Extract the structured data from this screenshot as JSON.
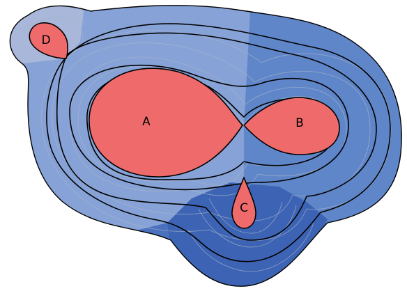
{
  "diagram": {
    "regions": [
      {
        "id": "A",
        "label": "A"
      },
      {
        "id": "B",
        "label": "B"
      },
      {
        "id": "C",
        "label": "C"
      },
      {
        "id": "D",
        "label": "D"
      }
    ],
    "colors": {
      "background": "#ffffff",
      "island": "#5f86c9",
      "zone_light": "#8aa4d6",
      "zone_very_light": "#a9b8da",
      "zone_medium": "#5d83c8",
      "zone_dark": "#3d65b5",
      "lobe_fill": "#ef6b6b",
      "outline": "#000000",
      "faint_contour": "#a9b6c8"
    }
  }
}
